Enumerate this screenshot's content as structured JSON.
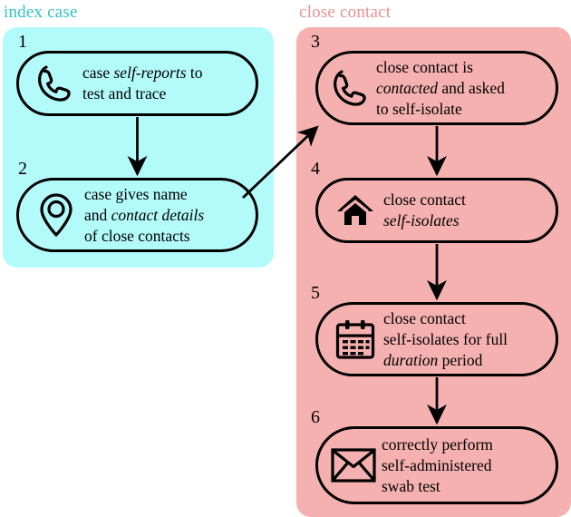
{
  "diagram": {
    "title_index": "index case",
    "title_contact": "close contact",
    "colors": {
      "panel_index_bg": "#b3fafa",
      "panel_contact_bg": "#f5b0b0",
      "title_index_color": "#2ec4c4",
      "title_contact_color": "#e8918f",
      "stroke": "#000000",
      "page_bg": "#ffffff"
    }
  },
  "steps": [
    {
      "number": "1",
      "group": "index case",
      "icon": "phone-icon",
      "lines": [
        [
          {
            "t": "case ",
            "i": false
          },
          {
            "t": "self-reports",
            "i": true
          },
          {
            "t": " to",
            "i": false
          }
        ],
        [
          {
            "t": "test and trace",
            "i": false
          }
        ]
      ],
      "plain": "case self-reports to test and trace"
    },
    {
      "number": "2",
      "group": "index case",
      "icon": "location-pin-icon",
      "lines": [
        [
          {
            "t": "case gives name",
            "i": false
          }
        ],
        [
          {
            "t": "and ",
            "i": false
          },
          {
            "t": "contact details",
            "i": true
          }
        ],
        [
          {
            "t": "of close contacts",
            "i": false
          }
        ]
      ],
      "plain": "case gives name and contact details of close contacts"
    },
    {
      "number": "3",
      "group": "close contact",
      "icon": "phone-icon",
      "lines": [
        [
          {
            "t": "close contact is",
            "i": false
          }
        ],
        [
          {
            "t": "contacted",
            "i": true
          },
          {
            "t": " and asked",
            "i": false
          }
        ],
        [
          {
            "t": "to self-isolate",
            "i": false
          }
        ]
      ],
      "plain": "close contact is contacted and asked to self-isolate"
    },
    {
      "number": "4",
      "group": "close contact",
      "icon": "house-icon",
      "lines": [
        [
          {
            "t": "close contact",
            "i": false
          }
        ],
        [
          {
            "t": "self-isolates",
            "i": true
          }
        ]
      ],
      "plain": "close contact self-isolates"
    },
    {
      "number": "5",
      "group": "close contact",
      "icon": "calendar-icon",
      "lines": [
        [
          {
            "t": "close contact",
            "i": false
          }
        ],
        [
          {
            "t": "self-isolates for full",
            "i": false
          }
        ],
        [
          {
            "t": "duration",
            "i": true
          },
          {
            "t": " period",
            "i": false
          }
        ]
      ],
      "plain": "close contact self-isolates for full duration period"
    },
    {
      "number": "6",
      "group": "close contact",
      "icon": "envelope-icon",
      "lines": [
        [
          {
            "t": "correctly perform",
            "i": false
          }
        ],
        [
          {
            "t": "self-administered",
            "i": false
          }
        ],
        [
          {
            "t": "swab test",
            "i": false
          }
        ]
      ],
      "plain": "correctly perform self-administered swab test"
    }
  ],
  "arrows": [
    {
      "name": "arrow-1-to-2",
      "from": "1",
      "to": "2",
      "kind": "vertical"
    },
    {
      "name": "arrow-2-to-3",
      "from": "2",
      "to": "3",
      "kind": "diagonal"
    },
    {
      "name": "arrow-3-to-4",
      "from": "3",
      "to": "4",
      "kind": "vertical"
    },
    {
      "name": "arrow-4-to-5",
      "from": "4",
      "to": "5",
      "kind": "vertical"
    },
    {
      "name": "arrow-5-to-6",
      "from": "5",
      "to": "6",
      "kind": "vertical"
    }
  ]
}
